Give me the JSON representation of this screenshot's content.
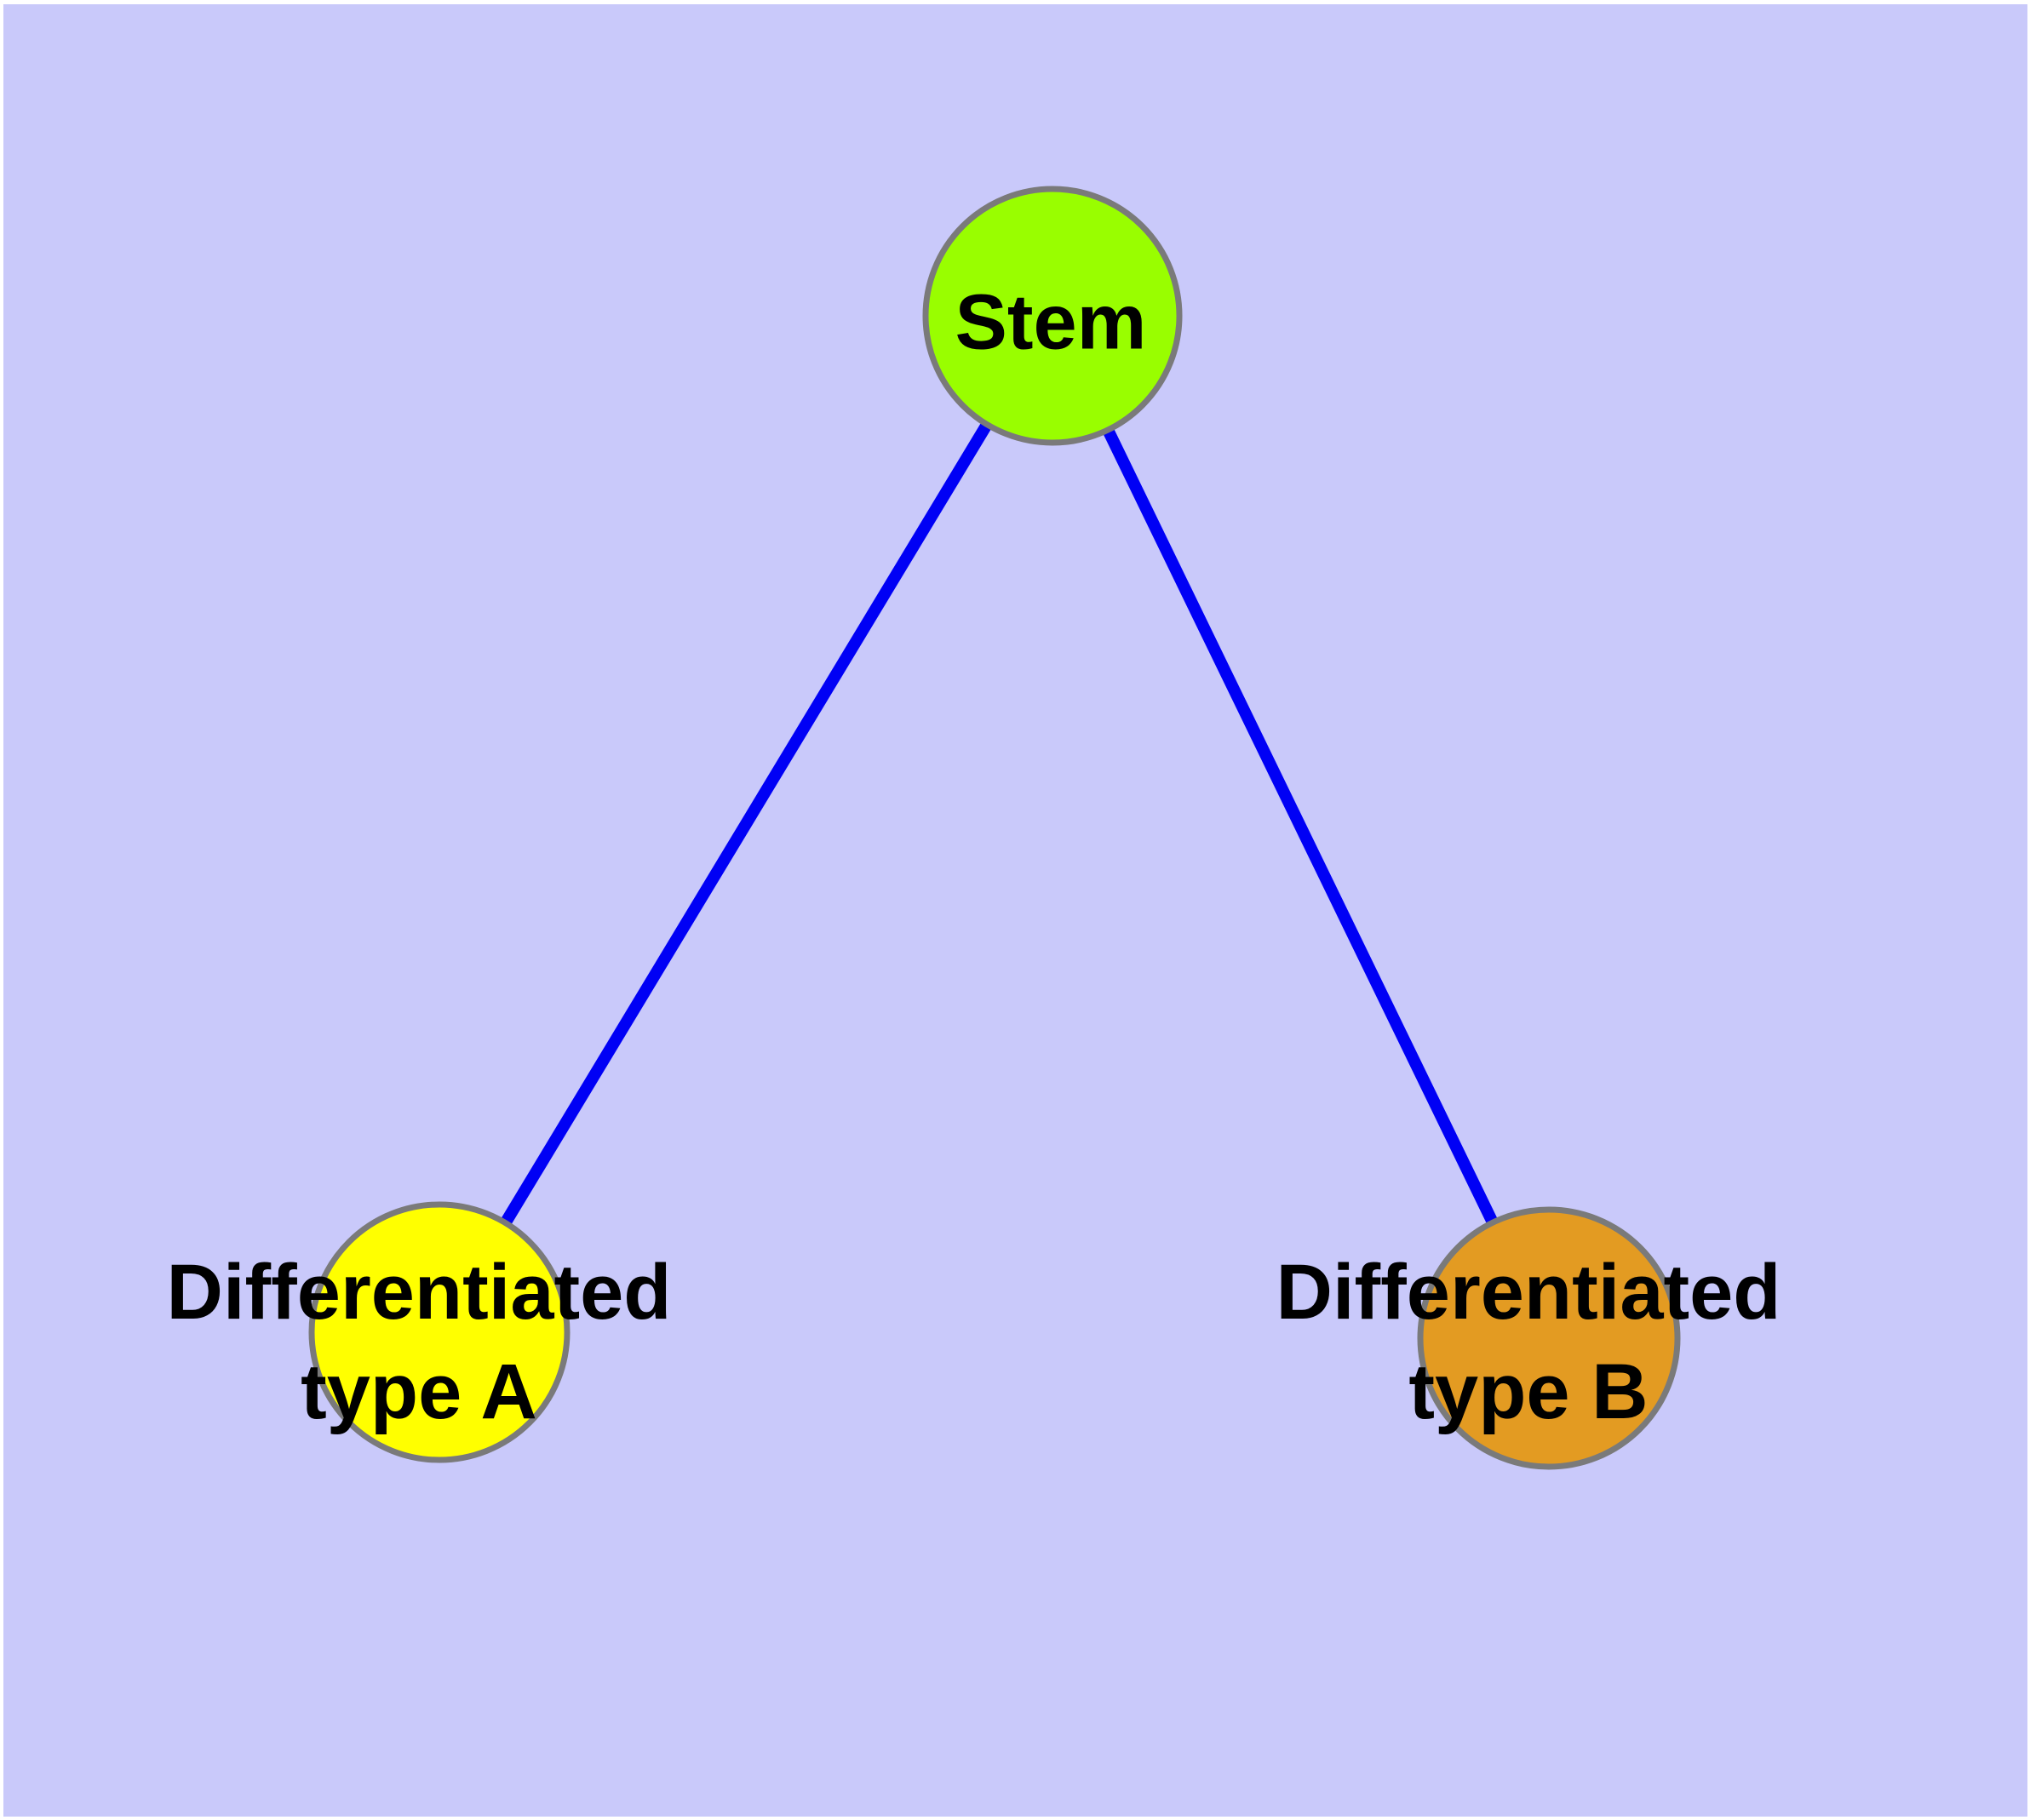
{
  "diagram": {
    "description": "Cell lineage graph: Stem node branching to two differentiated cell types",
    "margin_color": "#ffffff",
    "canvas_color": "#c9c9fa",
    "edge_color": "#0000f5",
    "node_border_color": "#7a7a7a",
    "text_color": "#000000",
    "nodes": [
      {
        "id": "stem",
        "label": "Stem",
        "fill_color": "#99fe00"
      },
      {
        "id": "differentiated-type-a",
        "label": "Differentiated\ntype A",
        "fill_color": "#ffff00"
      },
      {
        "id": "differentiated-type-b",
        "label": "Differentiated\ntype B",
        "fill_color": "#e39b22"
      }
    ],
    "edges": [
      {
        "from": "stem",
        "to": "differentiated-type-a"
      },
      {
        "from": "stem",
        "to": "differentiated-type-b"
      }
    ]
  }
}
